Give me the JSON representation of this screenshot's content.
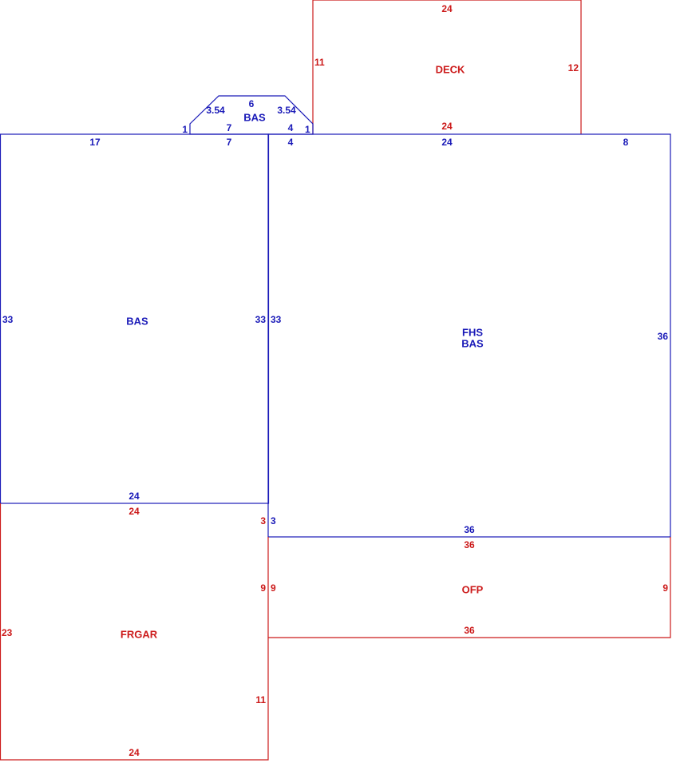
{
  "colors": {
    "bas": "#1a1ab8",
    "other": "#cc1a1a"
  },
  "areas": {
    "deck": "DECK",
    "bay_bas": "BAS",
    "left_bas": "BAS",
    "fhs": "FHS",
    "fhs_bas": "BAS",
    "frgar": "FRGAR",
    "ofp": "OFP"
  },
  "dims": {
    "deck_top": "24",
    "deck_left": "11",
    "deck_right": "12",
    "deck_bottom": "24",
    "bay_top": "6",
    "bay_diag_left": "3.54",
    "bay_diag_right": "3.54",
    "bay_side_left": "1",
    "bay_side_right": "1",
    "bay_base_left": "7",
    "bay_base_right": "4",
    "left_top_17": "17",
    "left_top_7": "7",
    "left_left": "33",
    "left_right": "33",
    "left_bottom": "24",
    "right_top_4": "4",
    "right_top_24": "24",
    "right_top_8": "8",
    "right_left": "33",
    "right_right": "36",
    "right_bottom": "36",
    "right_notch": "3",
    "frgar_top": "24",
    "frgar_notch": "3",
    "frgar_left": "23",
    "frgar_right_9": "9",
    "frgar_right_11": "11",
    "frgar_bottom": "24",
    "ofp_top": "36",
    "ofp_left": "9",
    "ofp_right": "9",
    "ofp_bottom": "36"
  }
}
